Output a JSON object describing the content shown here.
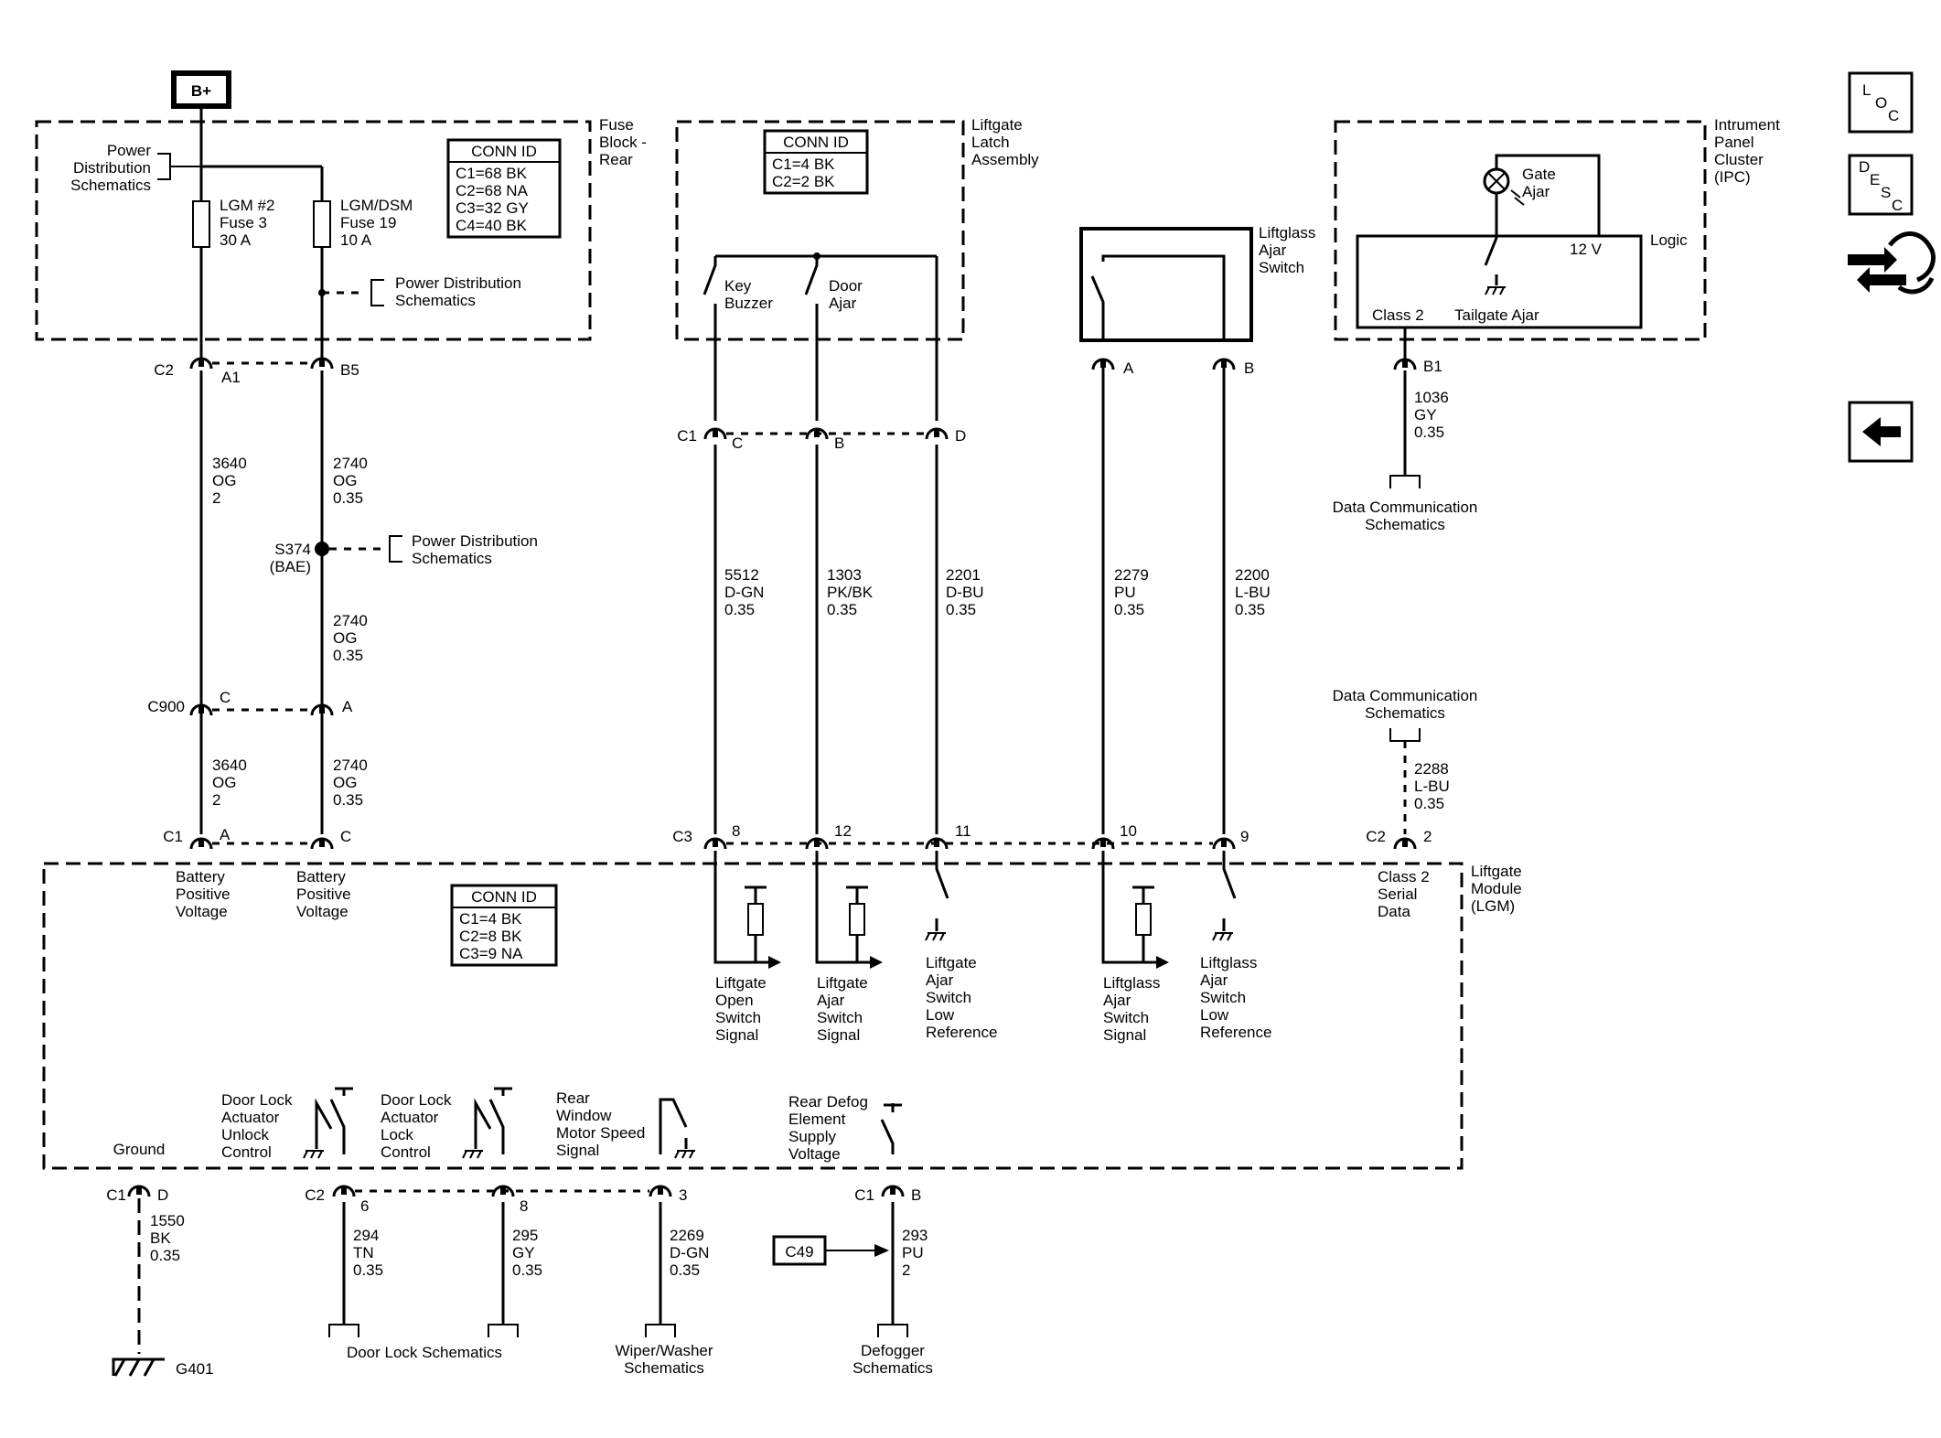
{
  "power": {
    "b_plus": "B+"
  },
  "fuse_block": {
    "label": [
      "Fuse",
      "Block -",
      "Rear"
    ],
    "power_dist_1": [
      "Power",
      "Distribution",
      "Schematics"
    ],
    "power_dist_2": [
      "Power Distribution",
      "Schematics"
    ],
    "fuse_lgm": [
      "LGM #2",
      "Fuse 3",
      "30 A"
    ],
    "fuse_dsm": [
      "LGM/DSM",
      "Fuse 19",
      "10 A"
    ],
    "conn_id": {
      "title": "CONN ID",
      "rows": [
        "C1=68 BK",
        "C2=68 NA",
        "C3=32 GY",
        "C4=40 BK"
      ]
    },
    "conn_c2": "C2",
    "pin_a1": "A1",
    "pin_b5": "B5"
  },
  "left_wires": {
    "w3640_top": [
      "3640",
      "OG",
      "2"
    ],
    "w2740_top": [
      "2740",
      "OG",
      "0.35"
    ],
    "splice": [
      "S374",
      "(BAE)"
    ],
    "power_dist_3": [
      "Power Distribution",
      "Schematics"
    ],
    "w2740_mid": [
      "2740",
      "OG",
      "0.35"
    ],
    "c900": "C900",
    "pin_c": "C",
    "pin_a": "A",
    "w3640_bot": [
      "3640",
      "OG",
      "2"
    ],
    "w2740_bot": [
      "2740",
      "OG",
      "0.35"
    ]
  },
  "latch": {
    "label": [
      "Liftgate",
      "Latch",
      "Assembly"
    ],
    "conn_id": {
      "title": "CONN ID",
      "rows": [
        "C1=4 BK",
        "C2=2 BK"
      ]
    },
    "key_buzzer": [
      "Key",
      "Buzzer"
    ],
    "door_ajar": [
      "Door",
      "Ajar"
    ],
    "c1": "C1",
    "pin_c": "C",
    "pin_b": "B",
    "pin_d": "D",
    "w5512": [
      "5512",
      "D-GN",
      "0.35"
    ],
    "w1303": [
      "1303",
      "PK/BK",
      "0.35"
    ],
    "w2201": [
      "2201",
      "D-BU",
      "0.35"
    ]
  },
  "liftglass": {
    "label": [
      "Liftglass",
      "Ajar",
      "Switch"
    ],
    "pin_a": "A",
    "pin_b": "B",
    "w2279": [
      "2279",
      "PU",
      "0.35"
    ],
    "w2200": [
      "2200",
      "L-BU",
      "0.35"
    ]
  },
  "ipc": {
    "label": [
      "Intrument",
      "Panel",
      "Cluster",
      "(IPC)"
    ],
    "gate_ajar": [
      "Gate",
      "Ajar"
    ],
    "v12": "12 V",
    "logic": "Logic",
    "class2": "Class 2",
    "tailgate": "Tailgate Ajar",
    "pin_b1": "B1",
    "w1036": [
      "1036",
      "GY",
      "0.35"
    ],
    "data_comm_1": [
      "Data Communication",
      "Schematics"
    ]
  },
  "serial": {
    "data_comm_2": [
      "Data Communication",
      "Schematics"
    ],
    "w2288": [
      "2288",
      "L-BU",
      "0.35"
    ],
    "c2": "C2",
    "pin2": "2",
    "class2_serial": [
      "Class 2",
      "Serial",
      "Data"
    ]
  },
  "lgm": {
    "label": [
      "Liftgate",
      "Module",
      "(LGM)"
    ],
    "c1": "C1",
    "pin_a": "A",
    "pin_c": "C",
    "bpv1": [
      "Battery",
      "Positive",
      "Voltage"
    ],
    "bpv2": [
      "Battery",
      "Positive",
      "Voltage"
    ],
    "conn_id": {
      "title": "CONN ID",
      "rows": [
        "C1=4 BK",
        "C2=8 BK",
        "C3=9 NA"
      ]
    },
    "c3": "C3",
    "p8": "8",
    "p12": "12",
    "p11": "11",
    "p10": "10",
    "p9": "9",
    "sig_open": [
      "Liftgate",
      "Open",
      "Switch",
      "Signal"
    ],
    "sig_ajar": [
      "Liftgate",
      "Ajar",
      "Switch",
      "Signal"
    ],
    "sig_ajar_low": [
      "Liftgate",
      "Ajar",
      "Switch",
      "Low",
      "Reference"
    ],
    "sig_glass": [
      "Liftglass",
      "Ajar",
      "Switch",
      "Signal"
    ],
    "sig_glass_low": [
      "Liftglass",
      "Ajar",
      "Switch",
      "Low",
      "Reference"
    ],
    "ground": "Ground",
    "unlock": [
      "Door Lock",
      "Actuator",
      "Unlock",
      "Control"
    ],
    "lock": [
      "Door Lock",
      "Actuator",
      "Lock",
      "Control"
    ],
    "rear_window": [
      "Rear",
      "Window",
      "Motor Speed",
      "Signal"
    ],
    "rear_defog": [
      "Rear Defog",
      "Element",
      "Supply",
      "Voltage"
    ]
  },
  "bottom": {
    "c1": "C1",
    "pin_d": "D",
    "w1550": [
      "1550",
      "BK",
      "0.35"
    ],
    "g401": "G401",
    "c2": "C2",
    "p6": "6",
    "p8": "8",
    "p3": "3",
    "w294": [
      "294",
      "TN",
      "0.35"
    ],
    "w295": [
      "295",
      "GY",
      "0.35"
    ],
    "w2269": [
      "2269",
      "D-GN",
      "0.35"
    ],
    "door_lock_sch": "Door Lock Schematics",
    "wiper_sch": [
      "Wiper/Washer",
      "Schematics"
    ],
    "c1b": "C1",
    "pin_b": "B",
    "c49": "C49",
    "w293": [
      "293",
      "PU",
      "2"
    ],
    "defog_sch": [
      "Defogger",
      "Schematics"
    ]
  },
  "nav": {
    "loc": [
      "L",
      "O",
      "C"
    ],
    "desc": [
      "D",
      "E",
      "S",
      "C"
    ]
  }
}
